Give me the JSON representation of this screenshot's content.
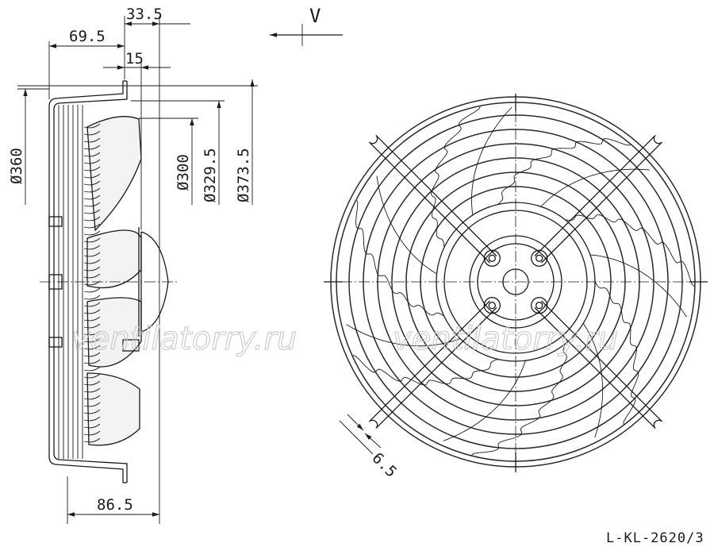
{
  "drawing": {
    "code": "L-KL-2620/3",
    "view_label": "V",
    "watermark": "ventilatorry.ru"
  },
  "dimensions": {
    "d360": "Ø360",
    "d300": "Ø300",
    "d329_5": "Ø329.5",
    "d373_5": "Ø373.5",
    "l33_5": "33.5",
    "l69_5": "69.5",
    "l15": "15",
    "l86_5": "86.5",
    "l6_5": "6.5"
  }
}
